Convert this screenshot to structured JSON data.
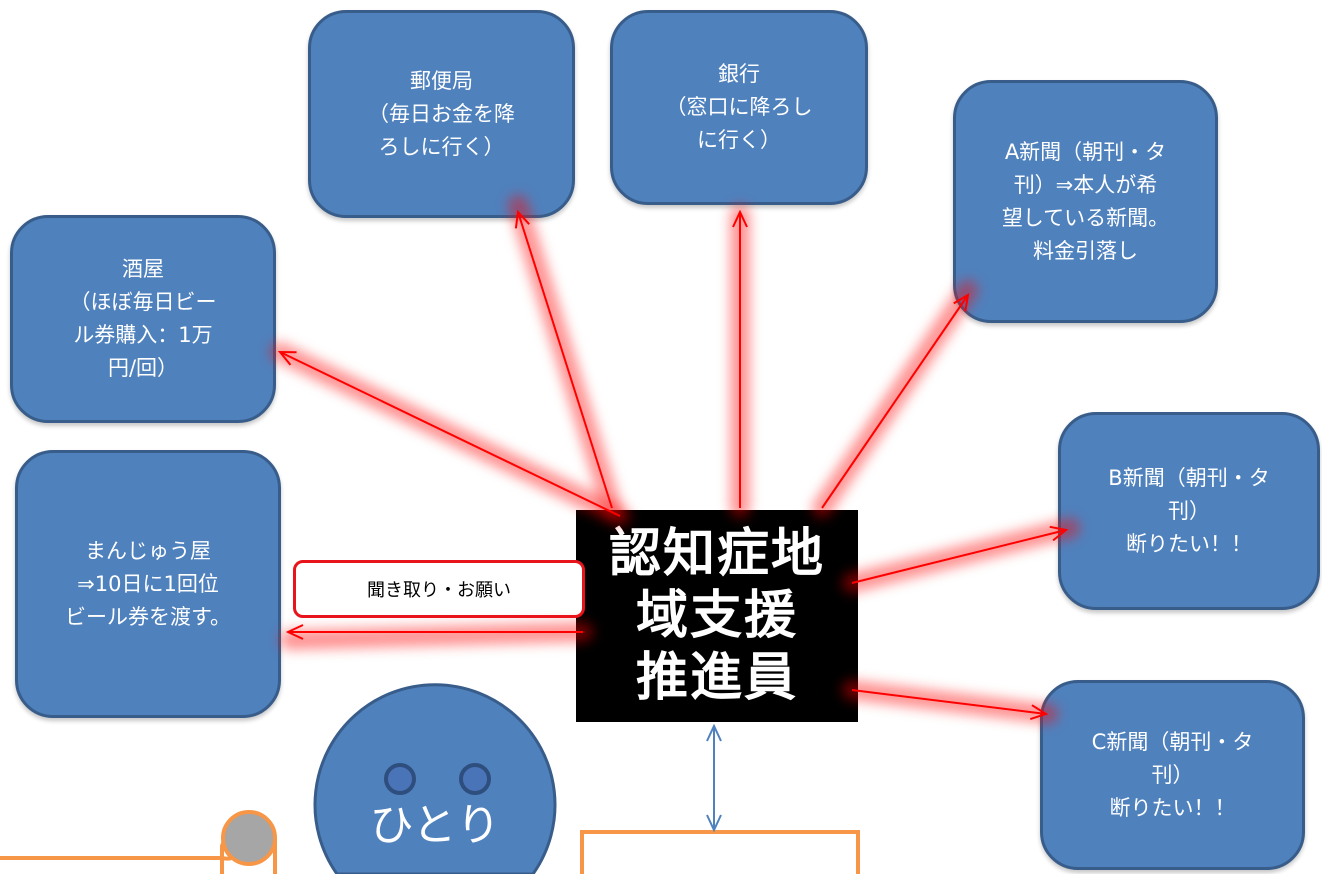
{
  "boxes": {
    "post_office": {
      "lines": [
        "郵便局",
        "（毎日お金を降",
        "ろしに行く）"
      ]
    },
    "bank": {
      "lines": [
        "銀行",
        "（窓口に降ろし",
        "に行く）"
      ]
    },
    "newspaper_a": {
      "lines": [
        "A新聞（朝刊・タ",
        "刊）⇒本人が希",
        "望している新聞。",
        "料金引落し"
      ]
    },
    "liquor_store": {
      "lines": [
        "酒屋",
        "（ほぼ毎日ビー",
        "ル券購入：1万",
        "円/回）"
      ]
    },
    "manju_shop": {
      "lines": [
        "まんじゅう屋",
        "⇒10日に1回位",
        "ビール券を渡す。"
      ]
    },
    "newspaper_b": {
      "lines": [
        "B新聞（朝刊・タ",
        "刊）",
        "断りたい！！"
      ]
    },
    "newspaper_c": {
      "lines": [
        "C新聞（朝刊・タ",
        "刊）",
        "断りたい！！"
      ]
    }
  },
  "center": {
    "lines": [
      "認知症地",
      "域支援",
      "推進員"
    ]
  },
  "label": "聞き取り・お願い",
  "person": "ひとり",
  "colors": {
    "box_fill": "#4F81BD",
    "box_border": "#385D8A",
    "arrow": "#FF0000",
    "accent": "#F79646",
    "label_border": "#E8141B",
    "center_fill": "#000000"
  }
}
